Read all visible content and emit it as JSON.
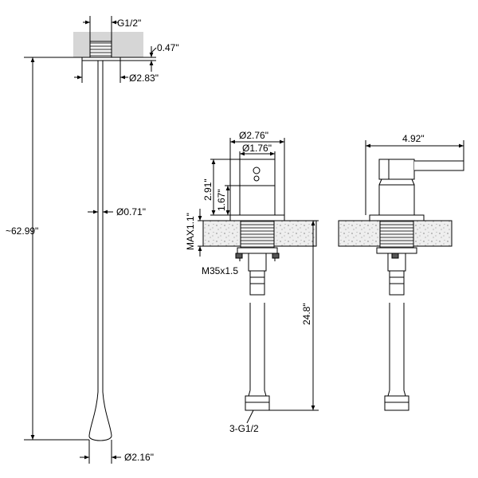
{
  "colors": {
    "line": "#000000",
    "ceiling": "#d6d6d6",
    "countertop": "#eeeeee",
    "thread": "#555555"
  },
  "dimensions": {
    "inlet_thread": "G1/2\"",
    "flange_height": "0.47\"",
    "flange_diameter": "Ø2.83\"",
    "pipe_diameter": "Ø0.71\"",
    "total_height": "~62.99\"",
    "drop_diameter": "Ø2.16\"",
    "base_outer_diameter": "Ø2.76\"",
    "base_inner_diameter": "Ø1.76\"",
    "handle_height": "2.91\"",
    "body_height": "1.67\"",
    "max_deck_thickness": "MAX1.1\"",
    "mount_thread": "M35x1.5",
    "hose_length": "24.8\"",
    "hose_thread": "3-G1/2",
    "handle_reach": "4.92\""
  }
}
